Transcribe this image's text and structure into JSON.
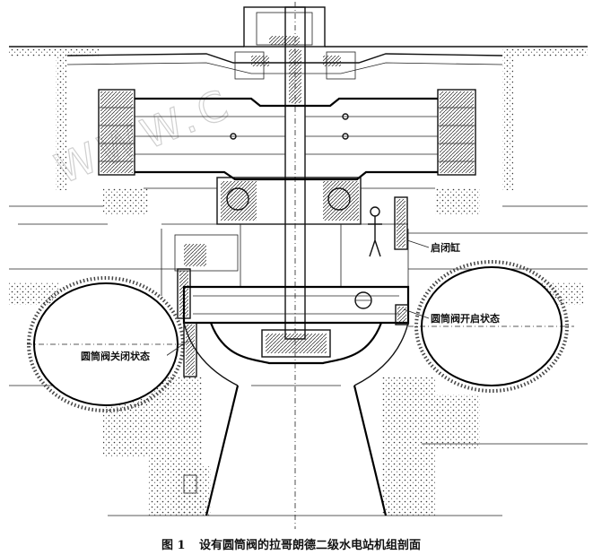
{
  "watermark": "WWW.C",
  "labels": {
    "actuator": "启闭缸",
    "valve_open": "圆筒阀开启状态",
    "valve_closed": "圆筒阀关闭状态"
  },
  "caption": {
    "figure_no": "图 1",
    "text": "设有圆筒阀的拉哥朗德二级水电站机组剖面"
  }
}
